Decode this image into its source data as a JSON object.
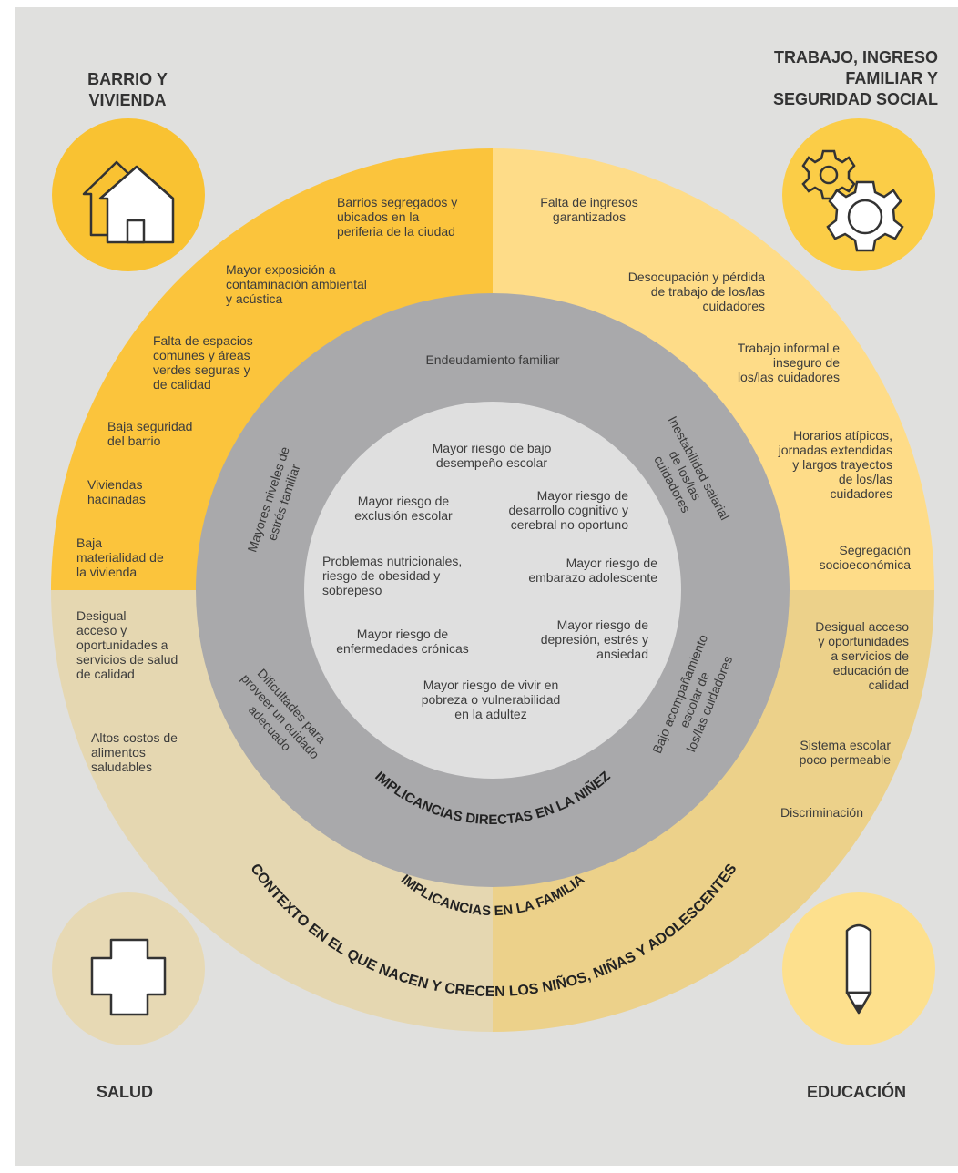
{
  "corner_titles": {
    "barrio": [
      "BARRIO Y",
      "VIVIENDA"
    ],
    "trabajo": [
      "TRABAJO, INGRESO",
      "FAMILIAR Y",
      "SEGURIDAD SOCIAL"
    ],
    "salud": [
      "SALUD"
    ],
    "educacion": [
      "EDUCACIÓN"
    ]
  },
  "outer_ring": {
    "label": "CONTEXTO EN EL QUE NACEN Y CRECEN LOS NIÑOS, NIÑAS Y ADOLESCENTES",
    "barrio_items": [
      [
        "Barrios segregados y",
        "ubicados en la",
        "periferia de la ciudad"
      ],
      [
        "Mayor exposición a",
        "contaminación ambiental",
        "y acústica"
      ],
      [
        "Falta de espacios",
        "comunes y áreas",
        "verdes seguras y",
        "de calidad"
      ],
      [
        "Baja seguridad",
        "del barrio"
      ],
      [
        "Viviendas",
        "hacinadas"
      ],
      [
        "Baja",
        "materialidad de",
        "la vivienda"
      ]
    ],
    "trabajo_items": [
      [
        "Falta de ingresos",
        "garantizados"
      ],
      [
        "Desocupación y pérdida",
        "de trabajo de los/las",
        "cuidadores"
      ],
      [
        "Trabajo informal e",
        "inseguro de",
        "los/las cuidadores"
      ],
      [
        "Horarios atípicos,",
        "jornadas extendidas",
        "y largos trayectos",
        "de los/las",
        "cuidadores"
      ],
      [
        "Segregación",
        "socioeconómica"
      ]
    ],
    "salud_items": [
      [
        "Desigual",
        "acceso y",
        "oportunidades a",
        "servicios de salud",
        "de calidad"
      ],
      [
        "Altos costos de",
        "alimentos",
        "saludables"
      ]
    ],
    "educacion_items": [
      [
        "Desigual acceso",
        "y oportunidades",
        "a servicios de",
        "educación de",
        "calidad"
      ],
      [
        "Sistema escolar",
        "poco permeable"
      ],
      [
        "Discriminación"
      ]
    ]
  },
  "middle_ring": {
    "label": "IMPLICANCIAS EN LA FAMILIA",
    "items": {
      "top": "Endeudamiento familiar",
      "left": [
        "Mayores niveles de",
        "estrés familiar"
      ],
      "right": [
        "Inestabilidad salarial",
        "de los/las",
        "cuidadores"
      ],
      "bottom_left": [
        "Dificultades para",
        "proveer un cuidado",
        "adecuado"
      ],
      "bottom_right": [
        "Bajo acompañamiento",
        "escolar de",
        "los/las cuidadores"
      ]
    }
  },
  "inner_circle": {
    "label": "IMPLICANCIAS DIRECTAS EN LA NIÑEZ",
    "items": [
      [
        "Mayor riesgo de bajo",
        "desempeño escolar"
      ],
      [
        "Mayor riesgo de",
        "exclusión escolar"
      ],
      [
        "Mayor riesgo de",
        "desarrollo cognitivo y",
        "cerebral no oportuno"
      ],
      [
        "Problemas nutricionales,",
        "riesgo de obesidad y",
        "sobrepeso"
      ],
      [
        "Mayor riesgo de",
        "embarazo adolescente"
      ],
      [
        "Mayor riesgo de",
        "enfermedades crónicas"
      ],
      [
        "Mayor riesgo de",
        "depresión, estrés y",
        "ansiedad"
      ],
      [
        "Mayor riesgo de vivir en",
        "pobreza o vulnerabilidad",
        "en la adultez"
      ]
    ]
  },
  "icons": [
    "house-icon",
    "gears-icon",
    "medical-cross-icon",
    "pencil-icon"
  ],
  "colors": {
    "background": "#e0e0de",
    "barrio": "#fbc43c",
    "trabajo": "#fedc88",
    "salud": "#e5d7b1",
    "educacion": "#ecd18a",
    "middle_ring": "#a9a9ab",
    "inner_circle": "#dfdfdf",
    "icon_circle_barrio": "#f9c232",
    "icon_circle_trabajo": "#fbcd47",
    "icon_circle_salud": "#e7d9b4",
    "icon_circle_educacion": "#fde08d"
  }
}
